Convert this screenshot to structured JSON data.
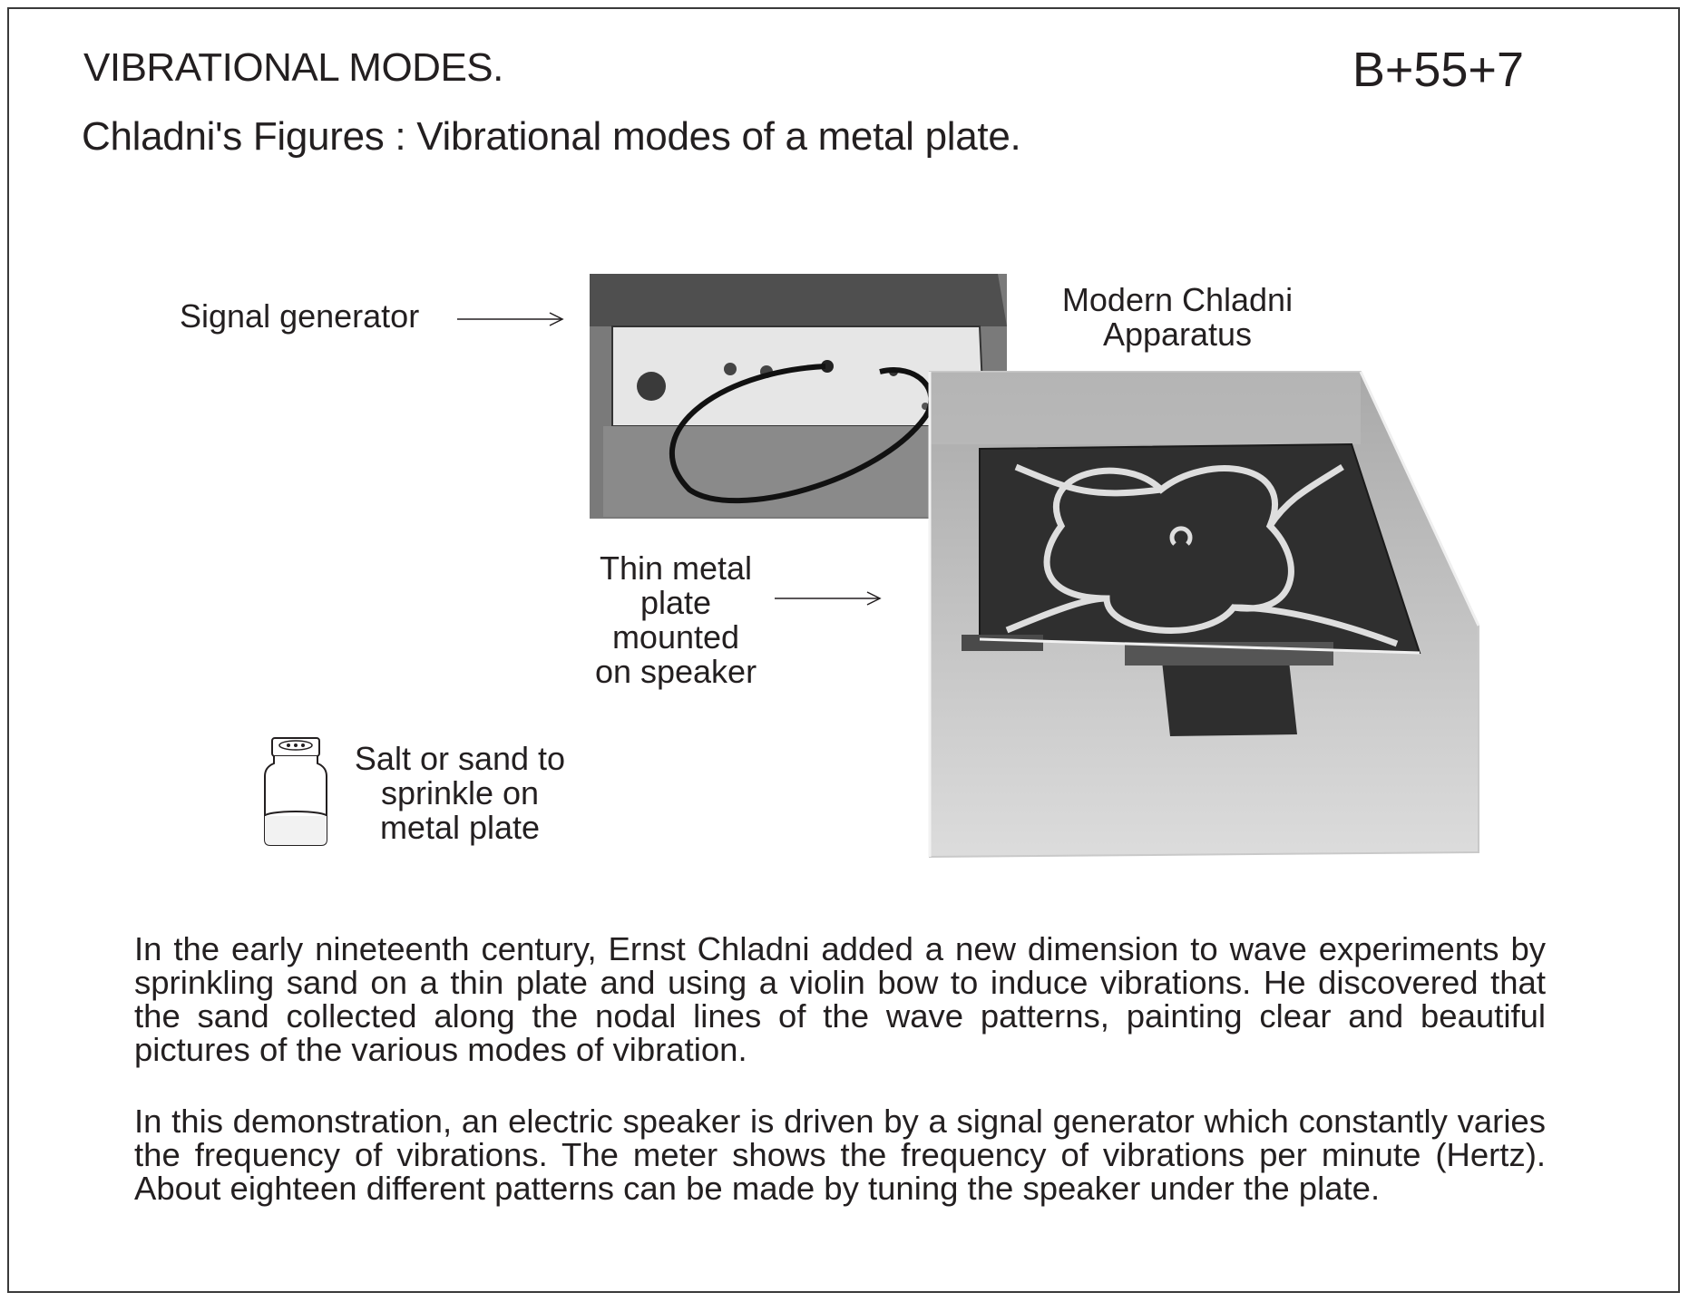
{
  "header": {
    "title": "VIBRATIONAL MODES.",
    "code": "B+55+7",
    "subtitle": "Chladni's Figures : Vibrational modes of a metal plate."
  },
  "labels": {
    "signal_generator": "Signal generator",
    "apparatus_line1": "Modern Chladni",
    "apparatus_line2": "Apparatus",
    "plate_line1": "Thin metal",
    "plate_line2": "plate",
    "plate_line3": "mounted",
    "plate_line4": "on speaker",
    "salt_line1": "Salt or sand to",
    "salt_line2": "sprinkle on",
    "salt_line3": "metal plate"
  },
  "paragraphs": {
    "p1": "In the early nineteenth century, Ernst Chladni added a new dimension to wave experiments by sprinkling sand on a thin plate and using a violin bow to induce vibrations.  He discovered that the sand collected along the nodal lines of the wave patterns, painting clear and beautiful pictures of the various modes of vibration.",
    "p2": "In this demonstration, an electric speaker is driven by a signal generator which constantly varies the frequency of vibrations.  The meter shows the frequency of vibrations per minute (Hertz).  About eighteen different patterns can be made by tuning the speaker under the plate."
  }
}
